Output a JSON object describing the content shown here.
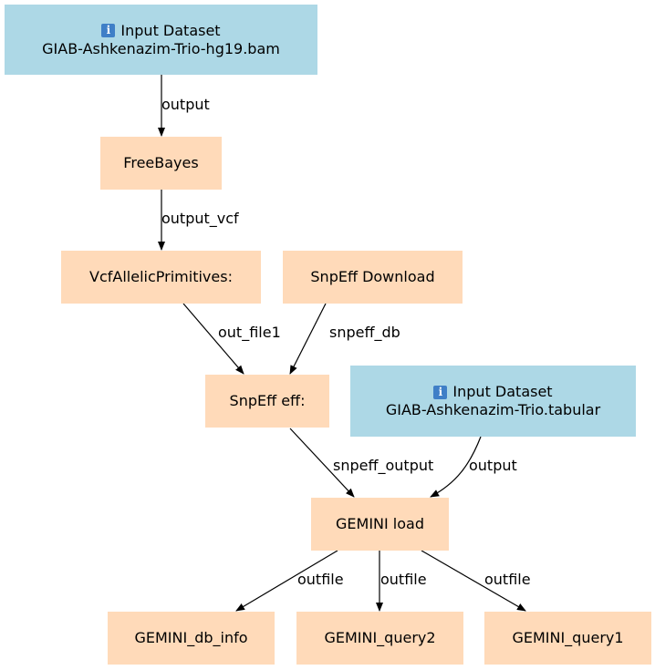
{
  "nodes": {
    "input_bam": {
      "kind": "Input Dataset",
      "label": "GIAB-Ashkenazim-Trio-hg19.bam",
      "icon": "info-icon"
    },
    "freebayes": {
      "label": "FreeBayes"
    },
    "vcfallelic": {
      "label": "VcfAllelicPrimitives:"
    },
    "snpeff_download": {
      "label": "SnpEff Download"
    },
    "snpeff_eff": {
      "label": "SnpEff eff:"
    },
    "input_tabular": {
      "kind": "Input Dataset",
      "label": "GIAB-Ashkenazim-Trio.tabular",
      "icon": "info-icon"
    },
    "gemini_load": {
      "label": "GEMINI load"
    },
    "gemini_db_info": {
      "label": "GEMINI_db_info"
    },
    "gemini_query2": {
      "label": "GEMINI_query2"
    },
    "gemini_query1": {
      "label": "GEMINI_query1"
    }
  },
  "edges": {
    "bam_to_freebayes": "output",
    "freebayes_to_vcf": "output_vcf",
    "vcf_to_eff": "out_file1",
    "download_to_eff": "snpeff_db",
    "eff_to_load": "snpeff_output",
    "tabular_to_load": "output",
    "load_to_dbinfo": "outfile",
    "load_to_query2": "outfile",
    "load_to_query1": "outfile"
  },
  "colors": {
    "input_fill": "#add8e6",
    "tool_fill": "#ffdab9",
    "edge_stroke": "#000000"
  }
}
